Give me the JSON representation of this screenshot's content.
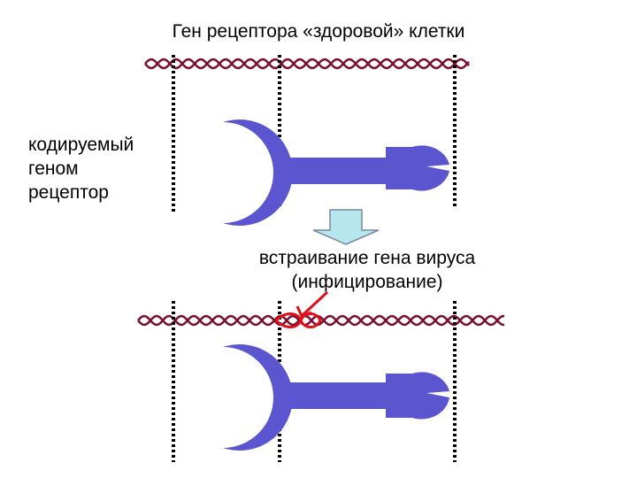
{
  "title": "Ген рецептора «здоровой» клетки",
  "side_label": {
    "line1": "кодируемый",
    "line2": "геном",
    "line3": "рецептор"
  },
  "process_label": {
    "line1": "встраивание гена вируса",
    "line2": "(инфицирование)"
  },
  "colors": {
    "dna": "#7a1030",
    "receptor": "#5b55cf",
    "arrow_fill": "#b6e6ee",
    "arrow_stroke": "#7a8a9a",
    "insertion": "#e0101a",
    "dotted_line": "#000000"
  },
  "icons": {
    "receptor": "wrench-shape",
    "flow_arrow": "down-arrow",
    "insertion_marker": "red-arrow"
  }
}
